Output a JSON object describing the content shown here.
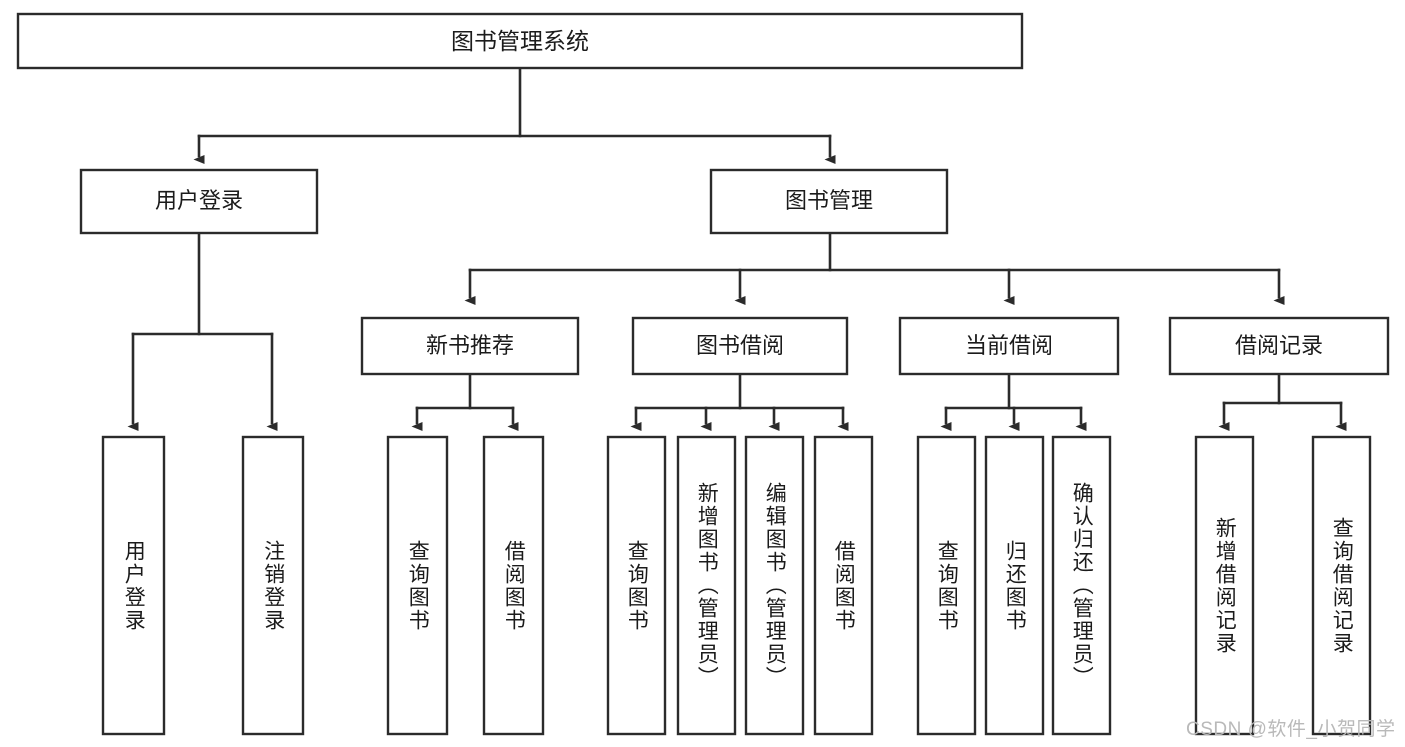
{
  "diagram": {
    "title_node": {
      "label": "图书管理系统"
    },
    "watermark": "CSDN @软件_小贺同学",
    "level1": [
      {
        "id": "user-login",
        "label": "用户登录"
      },
      {
        "id": "book-management",
        "label": "图书管理"
      }
    ],
    "level2": [
      {
        "id": "new-book-recommend",
        "label": "新书推荐"
      },
      {
        "id": "book-borrow",
        "label": "图书借阅"
      },
      {
        "id": "current-borrow",
        "label": "当前借阅"
      },
      {
        "id": "borrow-records",
        "label": "借阅记录"
      }
    ],
    "leaves": [
      {
        "id": "leaf-user-login",
        "label": "用户登录",
        "parent": "user-login"
      },
      {
        "id": "leaf-user-logout",
        "label": "注销登录",
        "parent": "user-login"
      },
      {
        "id": "leaf-query-book-1",
        "label": "查询图书",
        "parent": "new-book-recommend"
      },
      {
        "id": "leaf-borrow-book-1",
        "label": "借阅图书",
        "parent": "new-book-recommend"
      },
      {
        "id": "leaf-query-book-2",
        "label": "查询图书",
        "parent": "book-borrow"
      },
      {
        "id": "leaf-add-book",
        "label": "新增图书（管理员）",
        "parent": "book-borrow"
      },
      {
        "id": "leaf-edit-book",
        "label": "编辑图书（管理员）",
        "parent": "book-borrow"
      },
      {
        "id": "leaf-borrow-book-2",
        "label": "借阅图书",
        "parent": "book-borrow"
      },
      {
        "id": "leaf-query-book-3",
        "label": "查询图书",
        "parent": "current-borrow"
      },
      {
        "id": "leaf-return-book",
        "label": "归还图书",
        "parent": "current-borrow"
      },
      {
        "id": "leaf-confirm-return",
        "label": "确认归还（管理员）",
        "parent": "current-borrow"
      },
      {
        "id": "leaf-add-record",
        "label": "新增借阅记录",
        "parent": "borrow-records"
      },
      {
        "id": "leaf-query-record",
        "label": "查询借阅记录",
        "parent": "borrow-records"
      }
    ],
    "colors": {
      "stroke": "#2b2b2b",
      "fill": "#ffffff",
      "text": "#1b1b1b",
      "watermark": "#b9b9b9"
    }
  }
}
